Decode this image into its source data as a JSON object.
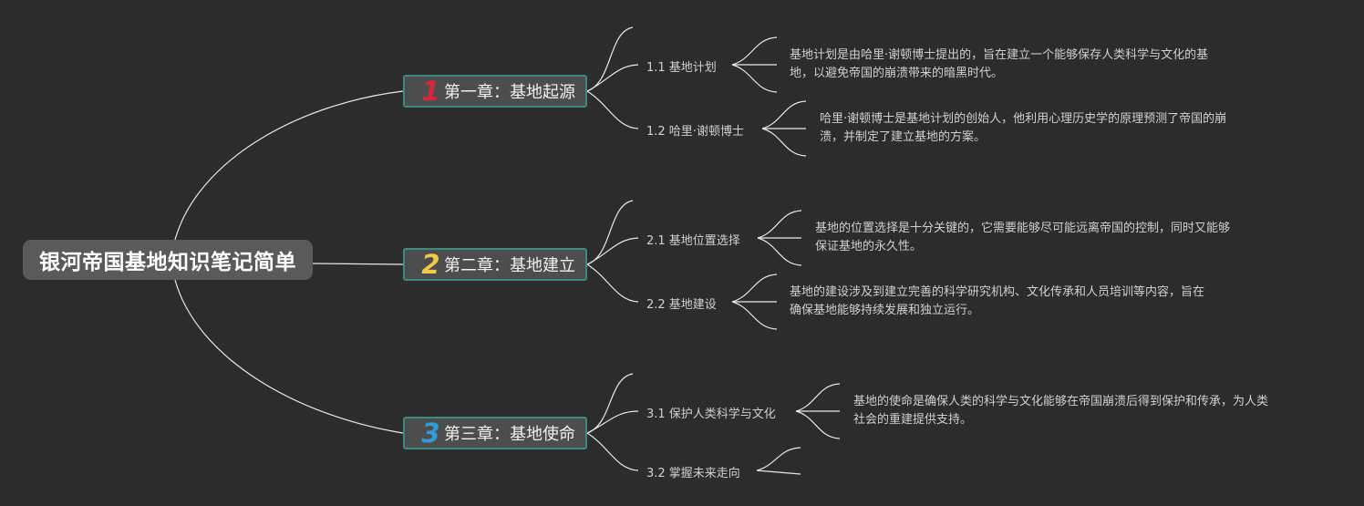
{
  "root": {
    "title": "银河帝国基地知识笔记简单"
  },
  "chapters": [
    {
      "number": "1",
      "color": "#d7263d",
      "title": "第一章：基地起源",
      "subs": [
        {
          "label": "1.1 基地计划",
          "desc": [
            "基地计划是由哈里·谢顿博士提出的，旨在建立一个能够保存人类科学与文化的基",
            "地，以避免帝国的崩溃带来的暗黑时代。"
          ]
        },
        {
          "label": "1.2 哈里·谢顿博士",
          "desc": [
            "哈里·谢顿博士是基地计划的创始人，他利用心理历史学的原理预测了帝国的崩",
            "溃，并制定了建立基地的方案。"
          ]
        }
      ]
    },
    {
      "number": "2",
      "color": "#f2c94c",
      "title": "第二章：基地建立",
      "subs": [
        {
          "label": "2.1 基地位置选择",
          "desc": [
            "基地的位置选择是十分关键的，它需要能够尽可能远离帝国的控制，同时又能够",
            "保证基地的永久性。"
          ]
        },
        {
          "label": "2.2 基地建设",
          "desc": [
            "基地的建设涉及到建立完善的科学研究机构、文化传承和人员培训等内容，旨在",
            "确保基地能够持续发展和独立运行。"
          ]
        }
      ]
    },
    {
      "number": "3",
      "color": "#2d9cdb",
      "title": "第三章：基地使命",
      "subs": [
        {
          "label": "3.1 保护人类科学与文化",
          "desc": [
            "基地的使命是确保人类的科学与文化能够在帝国崩溃后得到保护和传承，为人类",
            "社会的重建提供支持。"
          ]
        },
        {
          "label": "3.2 掌握未来走向",
          "desc": []
        }
      ]
    }
  ]
}
